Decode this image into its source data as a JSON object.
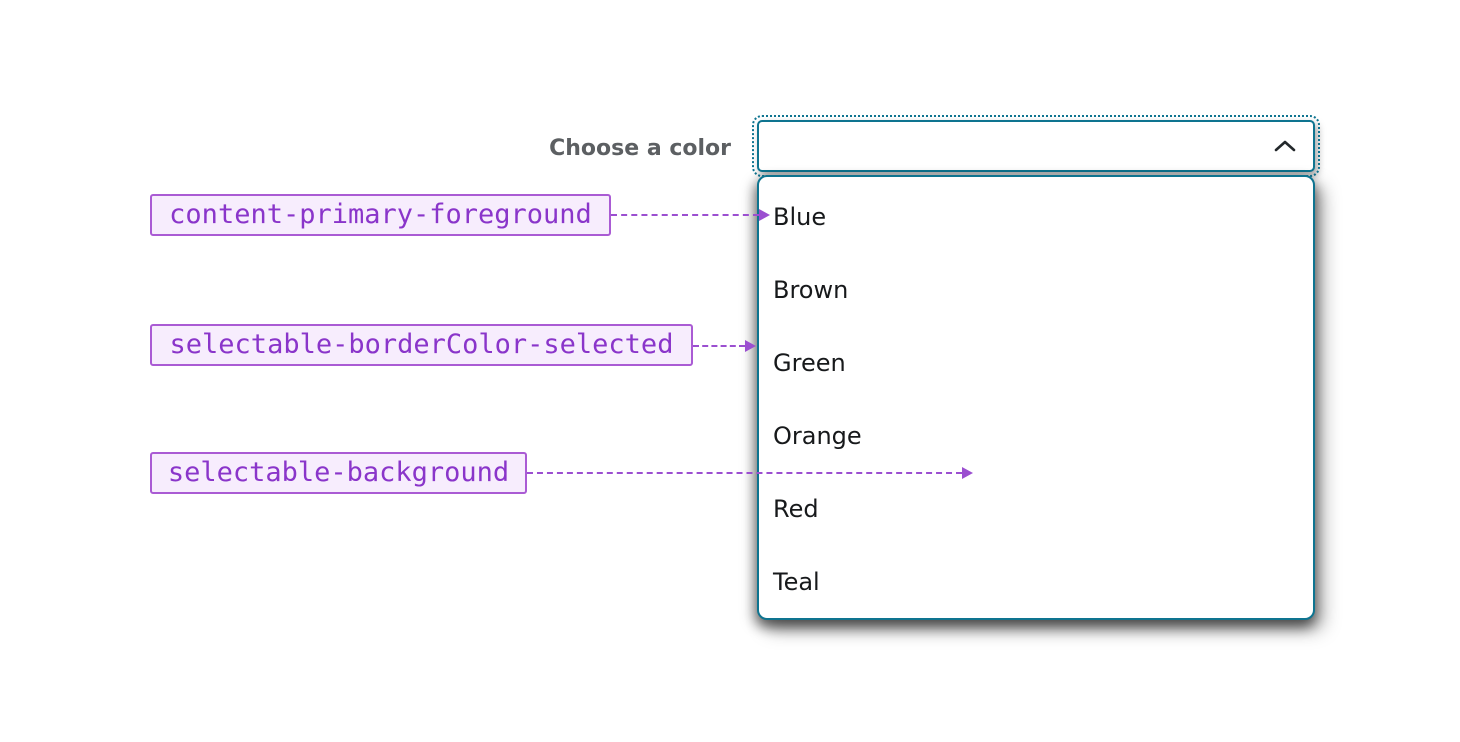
{
  "combobox": {
    "label": "Choose a color",
    "value": "",
    "trigger_icon": "chevron-up-icon",
    "options": [
      "Blue",
      "Brown",
      "Green",
      "Orange",
      "Red",
      "Teal"
    ]
  },
  "annotations": [
    {
      "token": "content-primary-foreground"
    },
    {
      "token": "selectable-borderColor-selected"
    },
    {
      "token": "selectable-background"
    }
  ],
  "colors": {
    "dropdown_border": "#0e7490",
    "annotation_border": "#aa5bd4",
    "annotation_background": "#f7edfd",
    "annotation_text": "#8a35ca",
    "arrow": "#9b4fd0",
    "label_text": "#5c5f62",
    "option_text": "#17191b",
    "surface": "#ffffff"
  }
}
